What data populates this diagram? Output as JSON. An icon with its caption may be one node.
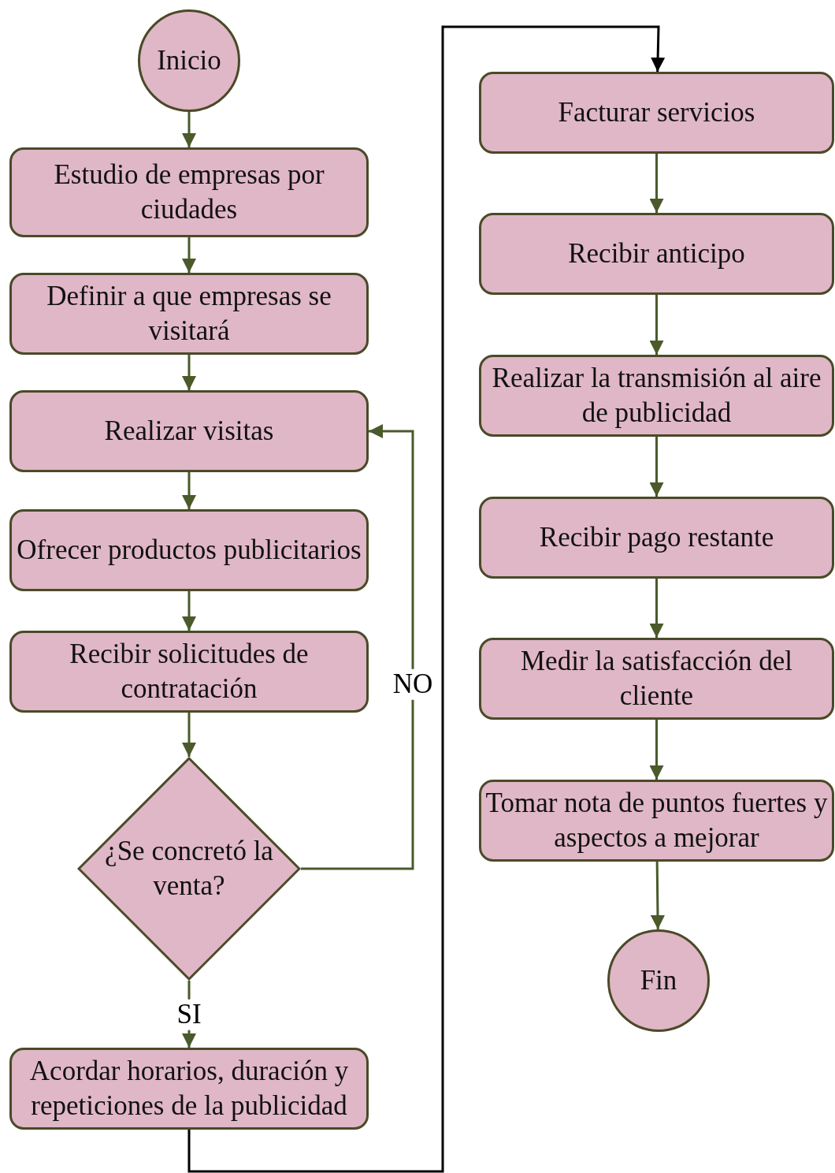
{
  "diagram": {
    "nodes": [
      {
        "text": [
          "Inicio"
        ]
      },
      {
        "text": [
          "Estudio de empresas por ciudades"
        ]
      },
      {
        "text": [
          "Definir a que empresas se visitará"
        ]
      },
      {
        "text": [
          "Realizar visitas"
        ]
      },
      {
        "text": [
          "Ofrecer productos publicitarios"
        ]
      },
      {
        "text": [
          "Recibir solicitudes de contratación"
        ]
      },
      {
        "text": [
          "¿Se concretó la venta?"
        ]
      },
      {
        "text": [
          "Acordar horarios, duración y repeticiones de la publicidad"
        ]
      },
      {
        "text": [
          "Facturar servicios"
        ]
      },
      {
        "text": [
          "Recibir anticipo"
        ]
      },
      {
        "text": [
          "Realizar la transmisión al aire de publicidad"
        ]
      },
      {
        "text": [
          "Recibir pago restante"
        ]
      },
      {
        "text": [
          "Medir la satisfacción del cliente"
        ]
      },
      {
        "text": [
          "Tomar nota de puntos fuertes y aspectos a mejorar"
        ]
      },
      {
        "text": [
          "Fin"
        ]
      }
    ],
    "edges": [
      {
        "from": 0,
        "to": 1,
        "arrow": "to"
      },
      {
        "from": 1,
        "to": 2,
        "arrow": "to"
      },
      {
        "from": 2,
        "to": 3,
        "arrow": "to"
      },
      {
        "from": 3,
        "to": 4,
        "arrow": "to"
      },
      {
        "from": 4,
        "to": 5,
        "arrow": "to"
      },
      {
        "from": 5,
        "to": 6,
        "arrow": "to"
      },
      {
        "from": 6,
        "to": 3,
        "arrow": "to",
        "label": "NO"
      },
      {
        "from": 6,
        "to": 7,
        "arrow": "to",
        "label": "SI"
      },
      {
        "from": 7,
        "to": 8,
        "arrow": "to",
        "color": "#000000"
      },
      {
        "from": 8,
        "to": 9,
        "arrow": "to"
      },
      {
        "from": 9,
        "to": 10,
        "arrow": "to"
      },
      {
        "from": 10,
        "to": 11,
        "arrow": "to"
      },
      {
        "from": 11,
        "to": 12,
        "arrow": "to"
      },
      {
        "from": 12,
        "to": 13,
        "arrow": "to"
      },
      {
        "from": 13,
        "to": 14,
        "arrow": "to"
      }
    ]
  }
}
